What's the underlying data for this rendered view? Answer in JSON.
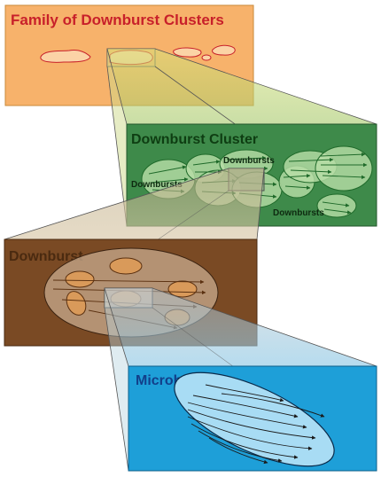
{
  "panels": {
    "family": {
      "title": "Family of Downburst Clusters"
    },
    "cluster": {
      "title": "Downburst Cluster",
      "labels": [
        "Downbursts",
        "Downbursts",
        "Downbursts"
      ]
    },
    "downburst": {
      "title": "Downburst"
    },
    "microburst": {
      "title": "Microburst"
    }
  },
  "colors": {
    "family_fill": "#f7b26b",
    "family_title": "#c8202a",
    "cluster_fill": "#3e8a4a",
    "cluster_title": "#0e3d12",
    "downburst_fill": "#7a4a24",
    "downburst_title": "#4a2a10",
    "microburst_fill": "#1e9fd8",
    "microburst_title": "#123f8a",
    "arrow": "#1a1a1a"
  }
}
